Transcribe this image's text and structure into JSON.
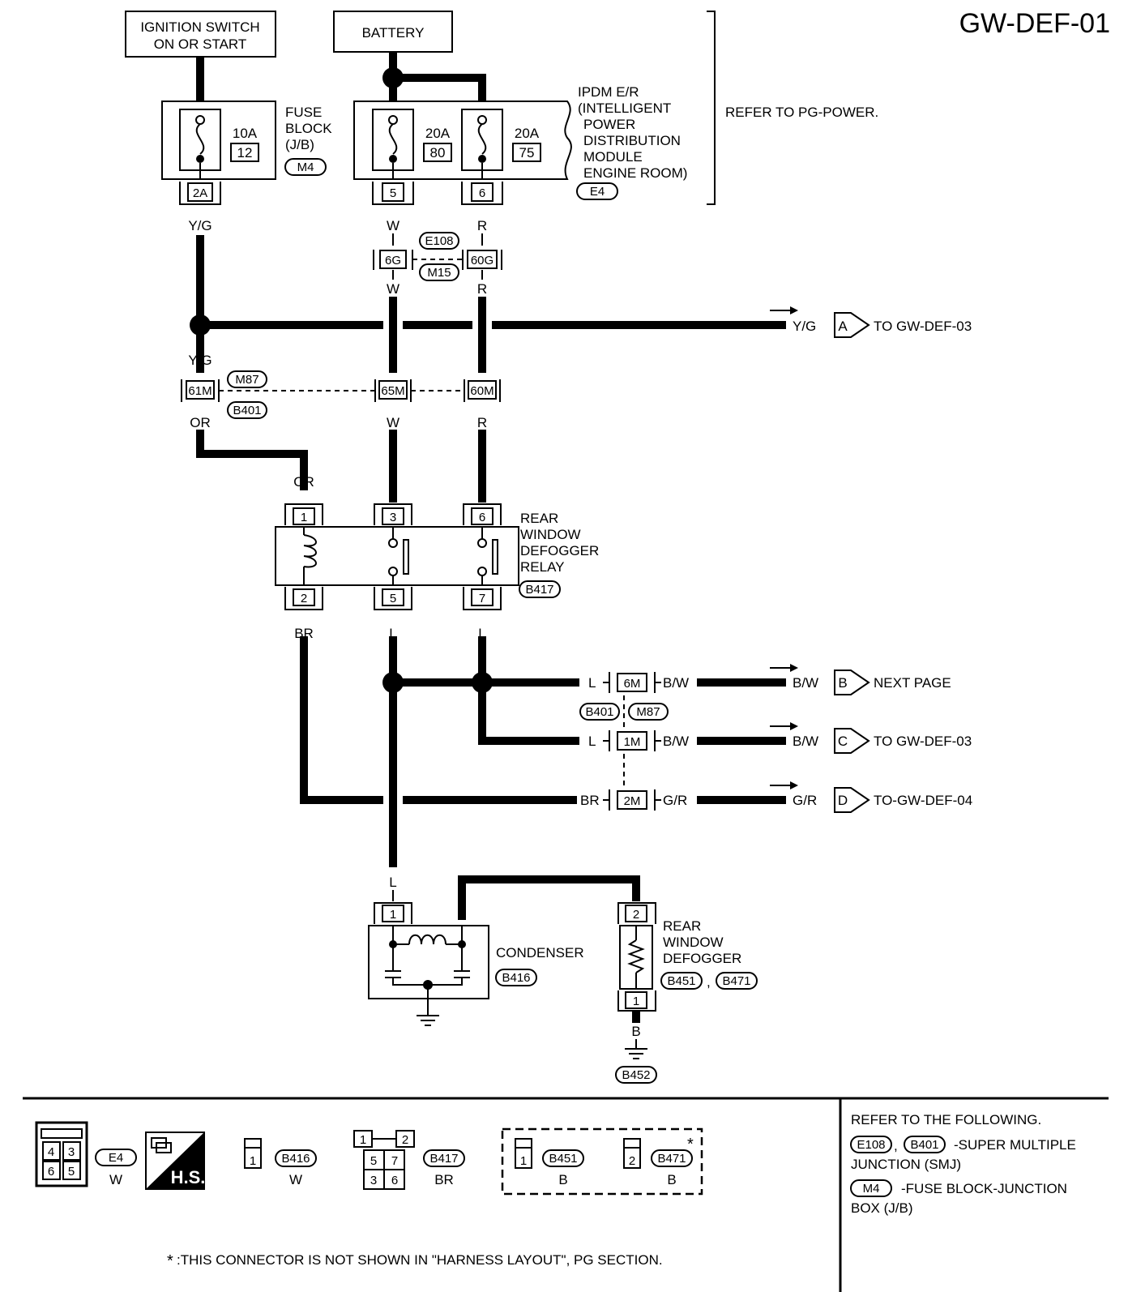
{
  "page_code": "GW-DEF-01",
  "sources": {
    "ignition": [
      "IGNITION SWITCH",
      "ON OR START"
    ],
    "battery": "BATTERY"
  },
  "fuse_block": {
    "label": [
      "FUSE",
      "BLOCK",
      "(J/B)"
    ],
    "connector": "M4",
    "fuse_amp": "10A",
    "fuse_no": "12",
    "terminal": "2A"
  },
  "ipdm": {
    "label": [
      "IPDM E/R",
      "(INTELLIGENT",
      "POWER",
      "DISTRIBUTION",
      "MODULE",
      "ENGINE ROOM)"
    ],
    "connector": "E4",
    "fuses": [
      {
        "amp": "20A",
        "no": "80",
        "terminal": "5"
      },
      {
        "amp": "20A",
        "no": "75",
        "terminal": "6"
      }
    ],
    "refer": "REFER TO PG-POWER."
  },
  "smj_upper": {
    "connectors": [
      "E108",
      "M15"
    ],
    "terminals": [
      "6G",
      "60G"
    ]
  },
  "smj_middle": {
    "connectors": [
      "M87",
      "B401"
    ],
    "terminals": [
      "61M",
      "65M",
      "60M"
    ]
  },
  "smj_lower": {
    "connectors": [
      "B401",
      "M87"
    ],
    "terminals": [
      "6M",
      "1M",
      "2M"
    ]
  },
  "wire_colors": {
    "yg": "Y/G",
    "w": "W",
    "r": "R",
    "or": "OR",
    "br": "BR",
    "l": "L",
    "bw": "B/W",
    "gr": "G/R",
    "b": "B"
  },
  "relay": {
    "label": [
      "REAR",
      "WINDOW",
      "DEFOGGER",
      "RELAY"
    ],
    "connector": "B417",
    "terminals_top": [
      "1",
      "3",
      "6"
    ],
    "terminals_bottom": [
      "2",
      "5",
      "7"
    ]
  },
  "condenser": {
    "label": "CONDENSER",
    "connector": "B416",
    "terminal": "1"
  },
  "defogger": {
    "label": [
      "REAR",
      "WINDOW",
      "DEFOGGER"
    ],
    "connectors": [
      "B451",
      "B471"
    ],
    "terminals": [
      "2",
      "1"
    ],
    "ground": "B452"
  },
  "offpage": [
    {
      "letter": "A",
      "text": "TO GW-DEF-03"
    },
    {
      "letter": "B",
      "text": "NEXT PAGE"
    },
    {
      "letter": "C",
      "text": "TO GW-DEF-03"
    },
    {
      "letter": "D",
      "text": "TO-GW-DEF-04"
    }
  ],
  "legend": {
    "e4": {
      "pins": [
        "4",
        "3",
        "6",
        "5"
      ],
      "connector": "E4",
      "color": "W"
    },
    "hs": "H.S.",
    "b416": {
      "pin": "1",
      "connector": "B416",
      "color": "W"
    },
    "b417": {
      "pins": [
        "1",
        "2",
        "5",
        "7",
        "3",
        "6"
      ],
      "connector": "B417",
      "color": "BR"
    },
    "b451": {
      "pin": "1",
      "connector": "B451",
      "color": "B"
    },
    "b471": {
      "pin": "2",
      "connector": "B471",
      "color": "B"
    },
    "star": "*"
  },
  "refer_box": {
    "heading": "REFER TO THE FOLLOWING.",
    "smj_connectors": [
      "E108",
      "B401"
    ],
    "smj_comma": ",",
    "smj_text": [
      "-SUPER MULTIPLE",
      "JUNCTION (SMJ)"
    ],
    "fuse_connector": "M4",
    "fuse_text": [
      "-FUSE BLOCK-JUNCTION",
      "BOX (J/B)"
    ]
  },
  "footnote": {
    "star": "*",
    "text": ":THIS CONNECTOR IS NOT SHOWN IN \"HARNESS LAYOUT\", PG SECTION."
  },
  "comma": ","
}
